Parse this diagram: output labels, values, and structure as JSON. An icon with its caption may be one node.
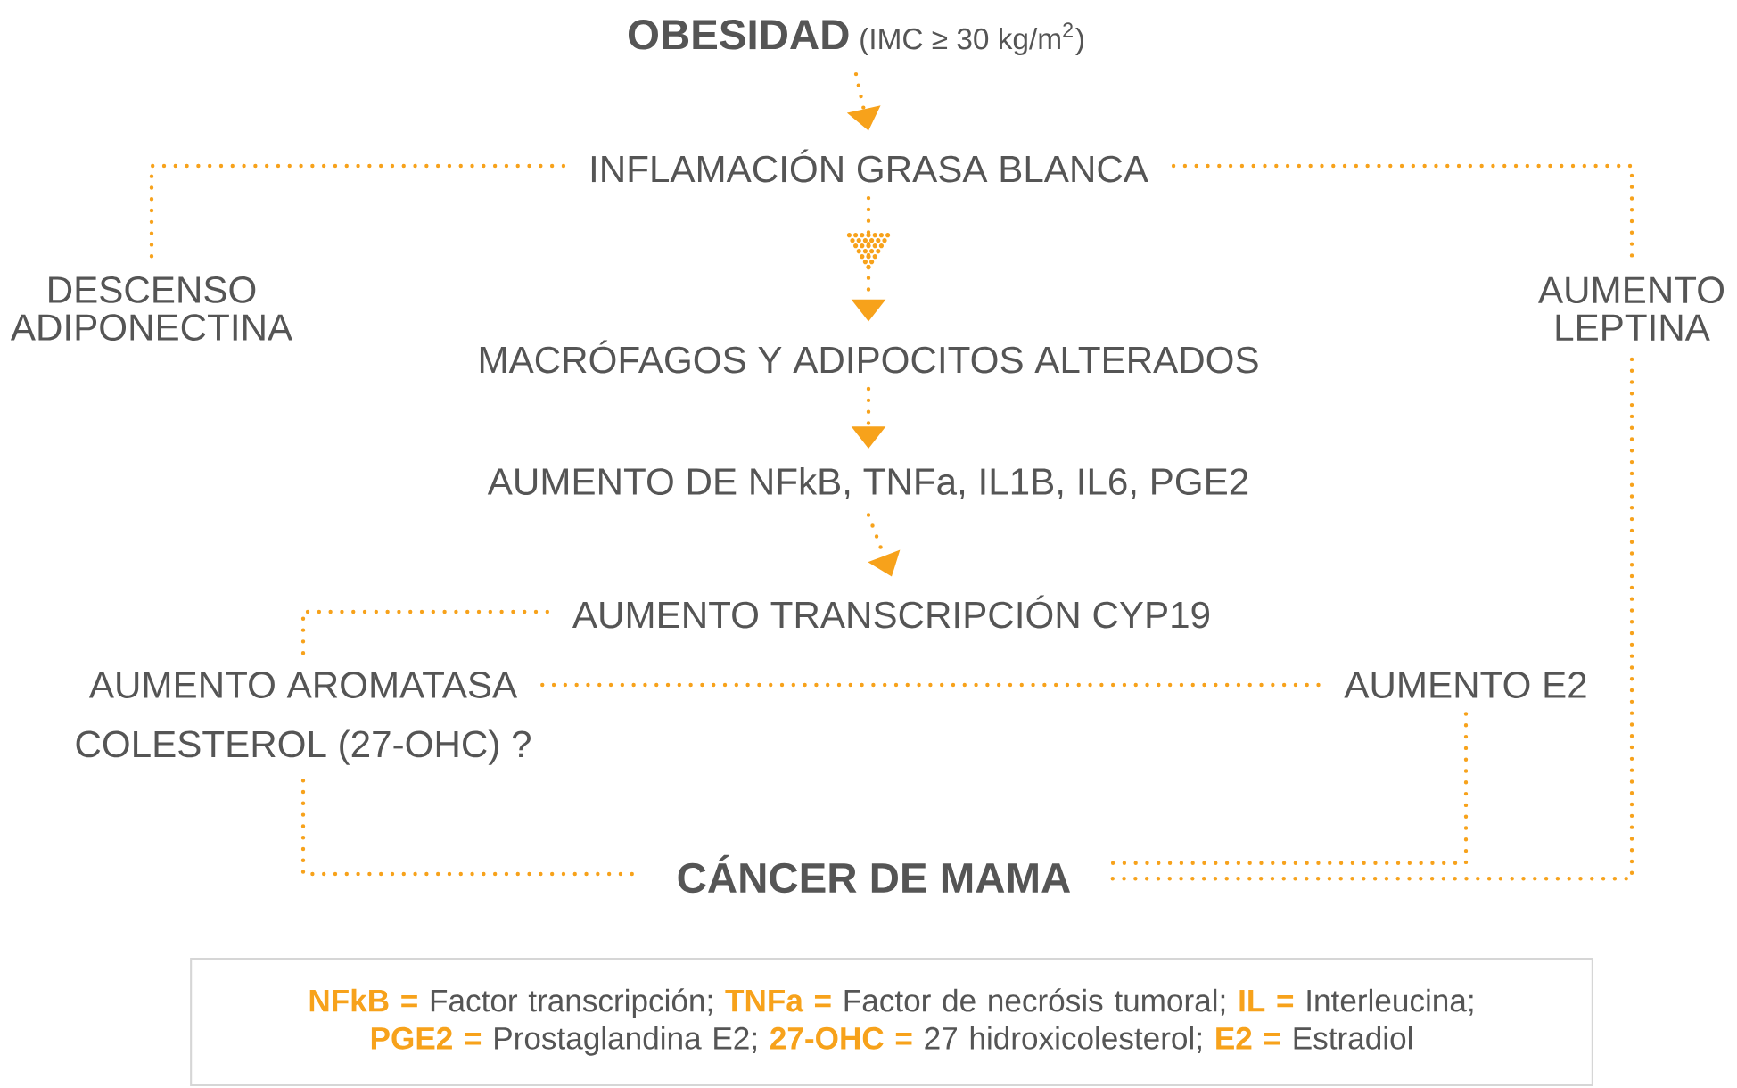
{
  "diagram": {
    "nodes": [
      {
        "text": [
          "OBESIDAD",
          "(IMC ≥ 30 kg/m$^{2}$)"
        ]
      },
      {
        "text": [
          "INFLAMACIÓN GRASA BLANCA"
        ]
      },
      {
        "text": [
          "DESCENSO ADIPONECTINA"
        ]
      },
      {
        "text": [
          "AUMENTO LEPTINA"
        ]
      },
      {
        "text": [
          "MACRÓFAGOS Y ADIPOCITOS ALTERADOS"
        ]
      },
      {
        "text": [
          "AUMENTO DE NFkB, TNFa, IL1B, IL6, PGE2"
        ]
      },
      {
        "text": [
          "AUMENTO TRANSCRIPCIÓN CYP19"
        ]
      },
      {
        "text": [
          "AUMENTO AROMATASA"
        ]
      },
      {
        "text": [
          "AUMENTO E2"
        ]
      },
      {
        "text": [
          "COLESTEROL (27-OHC) ?"
        ]
      },
      {
        "text": [
          "CÁNCER DE MAMA"
        ]
      },
      {
        "text": [
          "**NFkB =** Factor transcripción; **TNFa =** Factor de necrósis tumoral; **IL =** Interleucina; **PGE2 =** Prostaglandina E2; **27-OHC =** 27 hidroxicolesterol; **E2 =** Estradiol"
        ]
      }
    ],
    "edges": [
      {
        "from": 0,
        "to": 1,
        "arrow": "to"
      },
      {
        "from": 1,
        "to": 4,
        "arrow": "to"
      },
      {
        "from": 4,
        "to": 5,
        "arrow": "to"
      },
      {
        "from": 5,
        "to": 6,
        "arrow": "to"
      },
      {
        "from": 1,
        "to": 2,
        "arrow": "none"
      },
      {
        "from": 1,
        "to": 3,
        "arrow": "none"
      },
      {
        "from": 6,
        "to": 7,
        "arrow": "none"
      },
      {
        "from": 7,
        "to": 8,
        "arrow": "none"
      },
      {
        "from": 8,
        "to": 10,
        "arrow": "none"
      },
      {
        "from": 3,
        "to": 10,
        "arrow": "none"
      },
      {
        "from": 9,
        "to": 10,
        "arrow": "none"
      }
    ]
  }
}
